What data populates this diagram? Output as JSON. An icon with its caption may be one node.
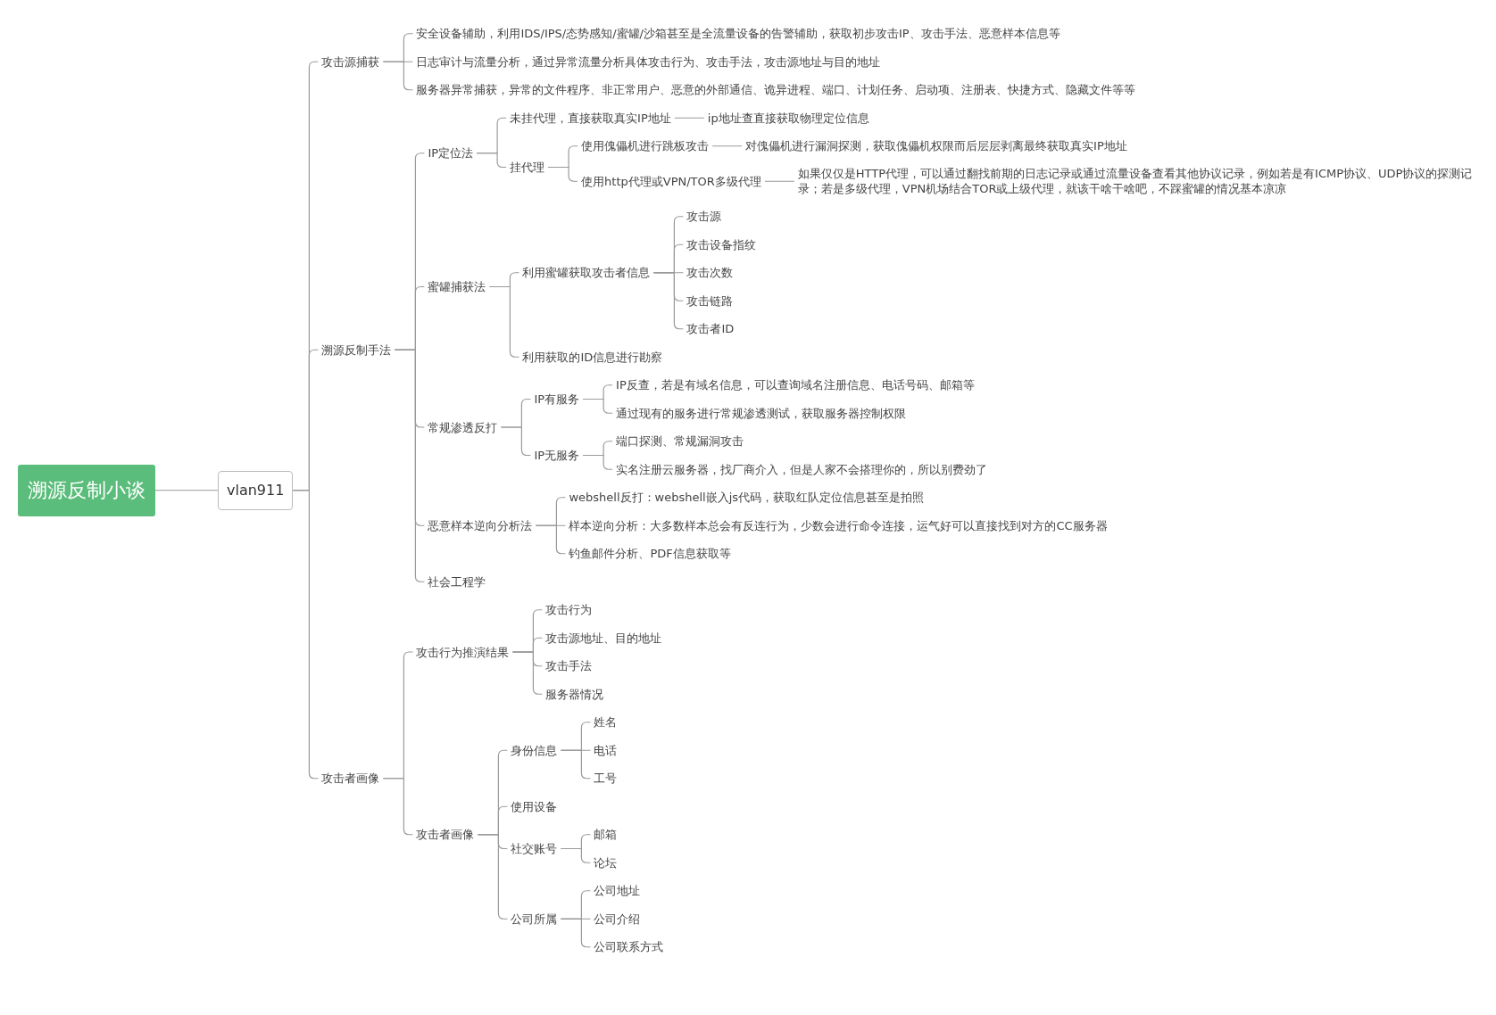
{
  "diagram": {
    "nodes": [
      {
        "text": [
          "溯源反制小谈"
        ]
      },
      {
        "text": [
          "vlan911"
        ]
      },
      {
        "text": [
          "攻击源捕获"
        ]
      },
      {
        "text": [
          "安全设备辅助，利用IDS/IPS/态势感知/蜜罐/沙箱甚至是全流量设备的告警辅助，获取初步攻击IP、攻击手法、恶意样本信息等"
        ]
      },
      {
        "text": [
          "日志审计与流量分析，通过异常流量分析具体攻击行为、攻击手法，攻击源地址与目的地址"
        ]
      },
      {
        "text": [
          "服务器异常捕获，异常的文件程序、非正常用户、恶意的外部通信、诡异进程、端口、计划任务、启动项、注册表、快捷方式、隐藏文件等等"
        ]
      },
      {
        "text": [
          "溯源反制手法"
        ]
      },
      {
        "text": [
          "IP定位法"
        ]
      },
      {
        "text": [
          "未挂代理，直接获取真实IP地址"
        ]
      },
      {
        "text": [
          "ip地址查直接获取物理定位信息"
        ]
      },
      {
        "text": [
          "挂代理"
        ]
      },
      {
        "text": [
          "使用傀儡机进行跳板攻击"
        ]
      },
      {
        "text": [
          "对傀儡机进行漏洞探测，获取傀儡机权限而后层层剥离最终获取真实IP地址"
        ]
      },
      {
        "text": [
          "使用http代理或VPN/TOR多级代理"
        ]
      },
      {
        "text": [
          "如果仅仅是HTTP代理，可以通过翻找前期的日志记录或通过流量设备查看其他协议记录，例如若是有ICMP协议、UDP协议的探测记录；若是多级代理，VPN机场结合TOR或上级代理，就该干啥干啥吧，不踩蜜罐的情况基本凉凉"
        ]
      },
      {
        "text": [
          "蜜罐捕获法"
        ]
      },
      {
        "text": [
          "利用蜜罐获取攻击者信息"
        ]
      },
      {
        "text": [
          "攻击源"
        ]
      },
      {
        "text": [
          "攻击设备指纹"
        ]
      },
      {
        "text": [
          "攻击次数"
        ]
      },
      {
        "text": [
          "攻击链路"
        ]
      },
      {
        "text": [
          "攻击者ID"
        ]
      },
      {
        "text": [
          "利用获取的ID信息进行勘察"
        ]
      },
      {
        "text": [
          "常规渗透反打"
        ]
      },
      {
        "text": [
          "IP有服务"
        ]
      },
      {
        "text": [
          "IP反查，若是有域名信息，可以查询域名注册信息、电话号码、邮箱等"
        ]
      },
      {
        "text": [
          "通过现有的服务进行常规渗透测试，获取服务器控制权限"
        ]
      },
      {
        "text": [
          "IP无服务"
        ]
      },
      {
        "text": [
          "端口探测、常规漏洞攻击"
        ]
      },
      {
        "text": [
          "实名注册云服务器，找厂商介入，但是人家不会搭理你的，所以别费劲了"
        ]
      },
      {
        "text": [
          "恶意样本逆向分析法"
        ]
      },
      {
        "text": [
          "webshell反打：webshell嵌入js代码，获取红队定位信息甚至是拍照"
        ]
      },
      {
        "text": [
          "样本逆向分析：大多数样本总会有反连行为，少数会进行命令连接，运气好可以直接找到对方的CC服务器"
        ]
      },
      {
        "text": [
          "钓鱼邮件分析、PDF信息获取等"
        ]
      },
      {
        "text": [
          "社会工程学"
        ]
      },
      {
        "text": [
          "攻击者画像"
        ]
      },
      {
        "text": [
          "攻击行为推演结果"
        ]
      },
      {
        "text": [
          "攻击行为"
        ]
      },
      {
        "text": [
          "攻击源地址、目的地址"
        ]
      },
      {
        "text": [
          "攻击手法"
        ]
      },
      {
        "text": [
          "服务器情况"
        ]
      },
      {
        "text": [
          "攻击者画像"
        ]
      },
      {
        "text": [
          "身份信息"
        ]
      },
      {
        "text": [
          "姓名"
        ]
      },
      {
        "text": [
          "电话"
        ]
      },
      {
        "text": [
          "工号"
        ]
      },
      {
        "text": [
          "使用设备"
        ]
      },
      {
        "text": [
          "社交账号"
        ]
      },
      {
        "text": [
          "邮箱"
        ]
      },
      {
        "text": [
          "论坛"
        ]
      },
      {
        "text": [
          "公司所属"
        ]
      },
      {
        "text": [
          "公司地址"
        ]
      },
      {
        "text": [
          "公司介绍"
        ]
      },
      {
        "text": [
          "公司联系方式"
        ]
      }
    ],
    "edges": [
      {
        "from": 0,
        "to": 1,
        "arrow": "none"
      },
      {
        "from": 1,
        "to": 2,
        "arrow": "none"
      },
      {
        "from": 2,
        "to": 3,
        "arrow": "none"
      },
      {
        "from": 2,
        "to": 4,
        "arrow": "none"
      },
      {
        "from": 2,
        "to": 5,
        "arrow": "none"
      },
      {
        "from": 1,
        "to": 6,
        "arrow": "none"
      },
      {
        "from": 6,
        "to": 7,
        "arrow": "none"
      },
      {
        "from": 7,
        "to": 8,
        "arrow": "none"
      },
      {
        "from": 8,
        "to": 9,
        "arrow": "none"
      },
      {
        "from": 7,
        "to": 10,
        "arrow": "none"
      },
      {
        "from": 10,
        "to": 11,
        "arrow": "none"
      },
      {
        "from": 11,
        "to": 12,
        "arrow": "none"
      },
      {
        "from": 10,
        "to": 13,
        "arrow": "none"
      },
      {
        "from": 13,
        "to": 14,
        "arrow": "none"
      },
      {
        "from": 6,
        "to": 15,
        "arrow": "none"
      },
      {
        "from": 15,
        "to": 16,
        "arrow": "none"
      },
      {
        "from": 16,
        "to": 17,
        "arrow": "none"
      },
      {
        "from": 16,
        "to": 18,
        "arrow": "none"
      },
      {
        "from": 16,
        "to": 19,
        "arrow": "none"
      },
      {
        "from": 16,
        "to": 20,
        "arrow": "none"
      },
      {
        "from": 16,
        "to": 21,
        "arrow": "none"
      },
      {
        "from": 15,
        "to": 22,
        "arrow": "none"
      },
      {
        "from": 6,
        "to": 23,
        "arrow": "none"
      },
      {
        "from": 23,
        "to": 24,
        "arrow": "none"
      },
      {
        "from": 24,
        "to": 25,
        "arrow": "none"
      },
      {
        "from": 24,
        "to": 26,
        "arrow": "none"
      },
      {
        "from": 23,
        "to": 27,
        "arrow": "none"
      },
      {
        "from": 27,
        "to": 28,
        "arrow": "none"
      },
      {
        "from": 27,
        "to": 29,
        "arrow": "none"
      },
      {
        "from": 6,
        "to": 30,
        "arrow": "none"
      },
      {
        "from": 30,
        "to": 31,
        "arrow": "none"
      },
      {
        "from": 30,
        "to": 32,
        "arrow": "none"
      },
      {
        "from": 30,
        "to": 33,
        "arrow": "none"
      },
      {
        "from": 6,
        "to": 34,
        "arrow": "none"
      },
      {
        "from": 1,
        "to": 35,
        "arrow": "none"
      },
      {
        "from": 35,
        "to": 36,
        "arrow": "none"
      },
      {
        "from": 36,
        "to": 37,
        "arrow": "none"
      },
      {
        "from": 36,
        "to": 38,
        "arrow": "none"
      },
      {
        "from": 36,
        "to": 39,
        "arrow": "none"
      },
      {
        "from": 36,
        "to": 40,
        "arrow": "none"
      },
      {
        "from": 35,
        "to": 41,
        "arrow": "none"
      },
      {
        "from": 41,
        "to": 42,
        "arrow": "none"
      },
      {
        "from": 42,
        "to": 43,
        "arrow": "none"
      },
      {
        "from": 42,
        "to": 44,
        "arrow": "none"
      },
      {
        "from": 42,
        "to": 45,
        "arrow": "none"
      },
      {
        "from": 41,
        "to": 46,
        "arrow": "none"
      },
      {
        "from": 41,
        "to": 47,
        "arrow": "none"
      },
      {
        "from": 47,
        "to": 48,
        "arrow": "none"
      },
      {
        "from": 47,
        "to": 49,
        "arrow": "none"
      },
      {
        "from": 41,
        "to": 50,
        "arrow": "none"
      },
      {
        "from": 50,
        "to": 51,
        "arrow": "none"
      },
      {
        "from": 50,
        "to": 52,
        "arrow": "none"
      },
      {
        "from": 50,
        "to": 53,
        "arrow": "none"
      }
    ]
  }
}
